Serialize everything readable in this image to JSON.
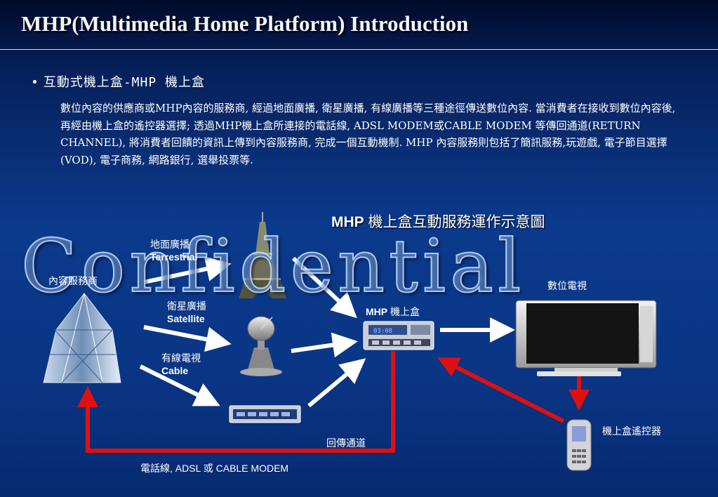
{
  "title": "MHP(Multimedia Home Platform) Introduction",
  "bullet": "互動式機上盒-MHP 機上盒",
  "paragraph": "數位內容的供應商或MHP內容的服務商, 經過地面廣播, 衛星廣播, 有線廣播等三種途徑傳送數位內容. 當消費者在接收到數位內容後, 再經由機上盒的遙控器選擇; 透過MHP機上盒所連接的電話線, ADSL MODEM或CABLE MODEM 等傳回通道(RETURN CHANNEL), 將消費者回饋的資訊上傳到內容服務商, 完成一個互動機制. MHP 內容服務則包括了簡訊服務,玩遊戲, 電子節目選擇(VOD), 電子商務, 網路銀行, 選舉投票等.",
  "watermark": "Confidential",
  "diagram": {
    "title_bold": "MHP",
    "title_rest": " 機上盒互動服務運作示意圖",
    "content_provider": "內容服務商",
    "terrestrial_zh": "地面廣播",
    "terrestrial_en": "Terrestrial",
    "satellite_zh": "衛星廣播",
    "satellite_en": "Satellite",
    "cable_zh": "有線電視",
    "cable_en": "Cable",
    "stb_bold": "MHP",
    "stb_rest": " 機上盒",
    "stb_display": "03:08",
    "tv": "數位電視",
    "remote": "機上盒遙控器",
    "return_channel": "回傳通道",
    "line_part1": "電話線",
    "line_part2": ", ADSL ",
    "line_part3": "或",
    "line_part4": " CABLE MODEM"
  },
  "colors": {
    "return_arrow": "#e01010",
    "flow_arrow": "#ffffff"
  }
}
